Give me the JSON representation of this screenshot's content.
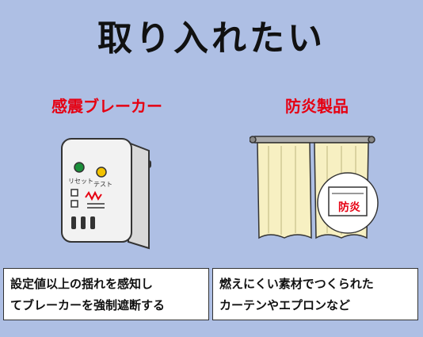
{
  "title": "取り入れたい",
  "left": {
    "heading": "感震ブレーカー",
    "device_labels": [
      "リセット",
      "テスト"
    ],
    "description": [
      "設定値以上の揺れを感知し",
      "てブレーカーを強制遮断する"
    ]
  },
  "right": {
    "heading": "防炎製品",
    "tag_text": "防炎",
    "description": [
      "燃えにくい素材でつくられた",
      "カーテンやエプロンなど"
    ]
  },
  "colors": {
    "background": "#aebfe4",
    "heading": "#e60012",
    "curtain": "#f7f0c2"
  }
}
